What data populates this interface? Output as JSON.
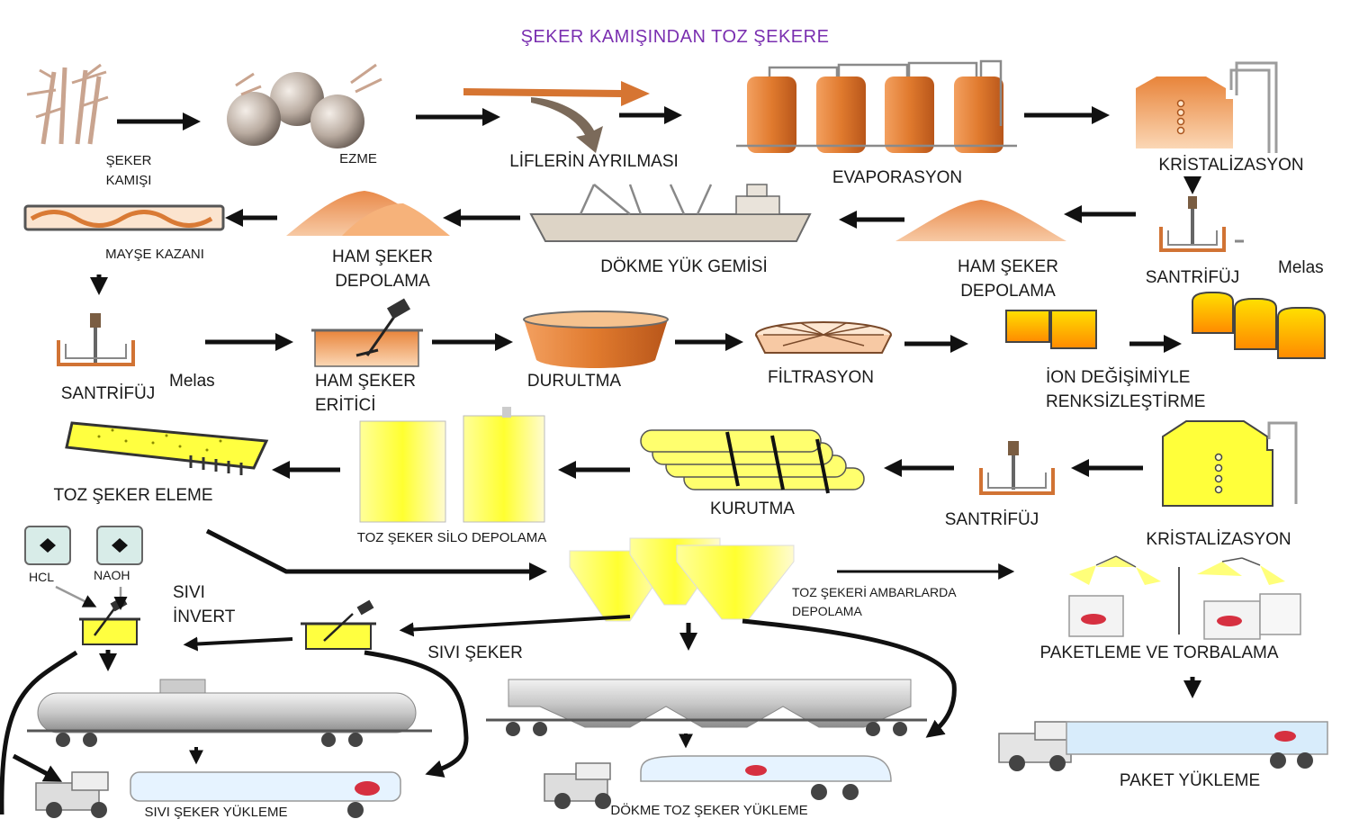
{
  "title": "ŞEKER KAMIŞINDAN TOZ ŞEKERE",
  "labels": {
    "seker_kamisi": "ŞEKER\nKAMIŞI",
    "ezme": "EZME",
    "liflerin_ayrilmasi": "LİFLERİN AYRILMASI",
    "evaporasyon": "EVAPORASYON",
    "kristalizasyon_1": "KRİSTALİZASYON",
    "mayse_kazani": "MAYŞE KAZANI",
    "ham_seker_depolama_1": "HAM ŞEKER\nDEPOLAMA",
    "dokme_yuk_gemisi": "DÖKME YÜK GEMİSİ",
    "ham_seker_depolama_2": "HAM ŞEKER\nDEPOLAMA",
    "santrifuj_1": "SANTRİFÜJ",
    "melas_1": "Melas",
    "santrifuj_2": "SANTRİFÜJ",
    "melas_2": "Melas",
    "ham_seker_eritici": "HAM ŞEKER\nERİTİCİ",
    "durultma": "DURULTMA",
    "filtrasyon": "FİLTRASYON",
    "ion_degisimi": "İON DEĞİŞİMİYLE\nRENKSİZLEŞTİRME",
    "toz_seker_eleme": "TOZ ŞEKER ELEME",
    "toz_seker_silo": "TOZ ŞEKER SİLO DEPOLAMA",
    "kurutma": "KURUTMA",
    "santrifuj_3": "SANTRİFÜJ",
    "kristalizasyon_2": "KRİSTALİZASYON",
    "hcl": "HCL",
    "naoh": "NAOH",
    "sivi_invert": "SIVI\nİNVERT",
    "sivi_seker": "SIVI ŞEKER",
    "toz_sekeri_ambar": "TOZ ŞEKERİ AMBARLARDA\nDEPOLAMA",
    "paketleme": "PAKETLEME VE TORBALAMA",
    "sivi_seker_yukleme": "SIVI ŞEKER YÜKLEME",
    "dokme_toz_yukleme": "DÖKME TOZ ŞEKER YÜKLEME",
    "paket_yukleme": "PAKET YÜKLEME"
  },
  "colors": {
    "title": "#7a2fb0",
    "orange": "#e07a2e",
    "orange_light": "#f6b27a",
    "yellow": "#ffee44",
    "yellow_light": "#ffffb0",
    "arrow": "#111111",
    "grey": "#c9c9c9",
    "cane": "#c9a48f"
  }
}
